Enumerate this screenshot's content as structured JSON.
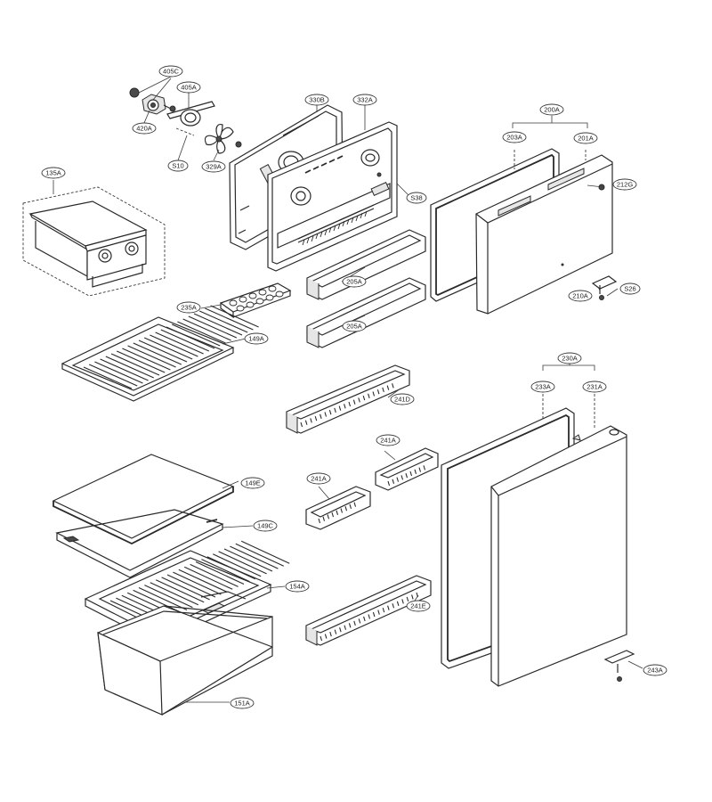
{
  "labels": {
    "p405C": "405C",
    "p405A": "405A",
    "p420A": "420A",
    "pS10": "S10",
    "p329A": "329A",
    "p330B": "330B",
    "p332A": "332A",
    "pS38": "S38",
    "p135A": "135A",
    "p200A": "200A",
    "p203A": "203A",
    "p201A": "201A",
    "p212G": "212G",
    "p210A": "210A",
    "pS26": "S26",
    "p205A_1": "205A",
    "p205A_2": "205A",
    "p235A": "235A",
    "p149A": "149A",
    "p241D": "241D",
    "p241A_1": "241A",
    "p241A_2": "241A",
    "p149E": "149E",
    "p149C": "149C",
    "p154A": "154A",
    "p241E": "241E",
    "p151A": "151A",
    "p230A": "230A",
    "p233A": "233A",
    "p231A": "231A",
    "p243A": "243A"
  }
}
